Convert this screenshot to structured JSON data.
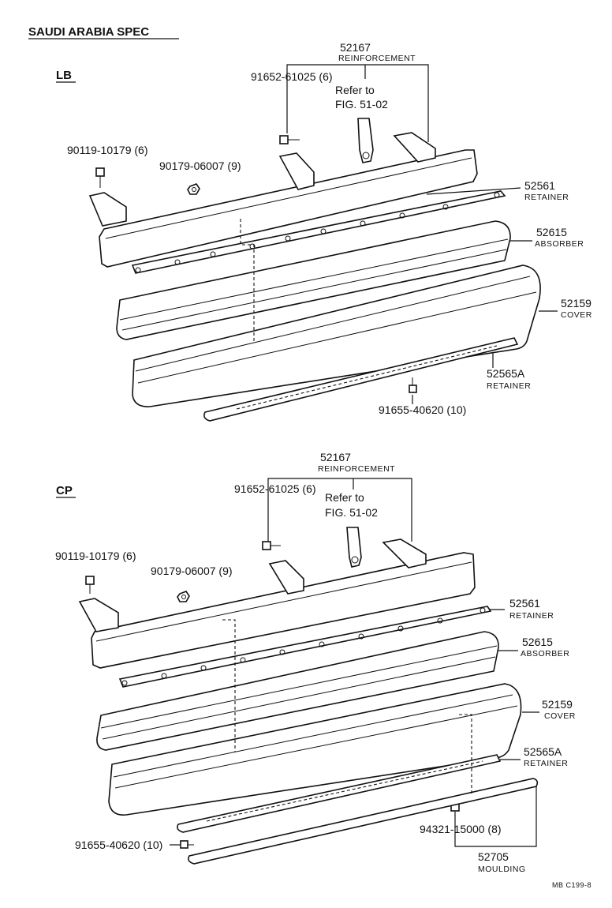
{
  "title": "SAUDI  ARABIA  SPEC",
  "footer_code": "MB  C199-8",
  "sections": [
    {
      "code": "LB",
      "labels": {
        "reinforcement_num": "52167",
        "reinforcement_name": "REINFORCEMENT",
        "bolt_top": "91652-61025 (6)",
        "refer_line1": "Refer to",
        "refer_line2": "FIG. 51-02",
        "bolt_left": "90119-10179 (6)",
        "nut": "90179-06007 (9)",
        "retainer_upper_num": "52561",
        "retainer_upper_name": "RETAINER",
        "absorber_num": "52615",
        "absorber_name": "ABSORBER",
        "cover_num": "52159",
        "cover_name": "COVER",
        "retainer_lower_num": "52565A",
        "retainer_lower_name": "RETAINER",
        "screw": "91655-40620 (10)"
      }
    },
    {
      "code": "CP",
      "labels": {
        "reinforcement_num": "52167",
        "reinforcement_name": "REINFORCEMENT",
        "bolt_top": "91652-61025 (6)",
        "refer_line1": "Refer to",
        "refer_line2": "FIG. 51-02",
        "bolt_left": "90119-10179 (6)",
        "nut": "90179-06007 (9)",
        "retainer_upper_num": "52561",
        "retainer_upper_name": "RETAINER",
        "absorber_num": "52615",
        "absorber_name": "ABSORBER",
        "cover_num": "52159",
        "cover_name": "COVER",
        "retainer_lower_num": "52565A",
        "retainer_lower_name": "RETAINER",
        "screw": "91655-40620 (10)",
        "clip": "94321-15000 (8)",
        "moulding_num": "52705",
        "moulding_name": "MOULDING"
      }
    }
  ]
}
